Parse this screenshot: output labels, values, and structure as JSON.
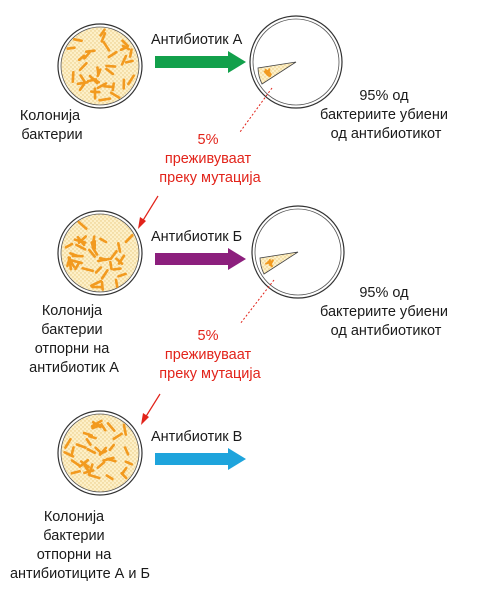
{
  "colors": {
    "arrow_a": "#12a04b",
    "arrow_b": "#8c1f7d",
    "arrow_c": "#1ea4dc",
    "mutation": "#e2231a",
    "dish_fill": "#fdf0c8",
    "bacteria": "#f29a1f"
  },
  "steps": [
    {
      "colony_label": [
        "Колонија",
        "бактерии"
      ],
      "antibiotic": "Антибиотик А",
      "result": [
        "95% од",
        "бактериите убиени",
        "од антибиотикот"
      ],
      "mutation": [
        "5%",
        "преживуваат",
        "преку мутација"
      ]
    },
    {
      "colony_label": [
        "Колонија",
        "бактерии",
        "отпорни на",
        "антибиотик А"
      ],
      "antibiotic": "Антибиотик Б",
      "result": [
        "95% од",
        "бактериите убиени",
        "од антибиотикот"
      ],
      "mutation": [
        "5%",
        "преживуваат",
        "преку мутација"
      ]
    },
    {
      "colony_label": [
        "Колонија",
        "бактерии",
        "отпорни на",
        "антибиотиците А и Б"
      ],
      "antibiotic": "Антибиотик В"
    }
  ]
}
